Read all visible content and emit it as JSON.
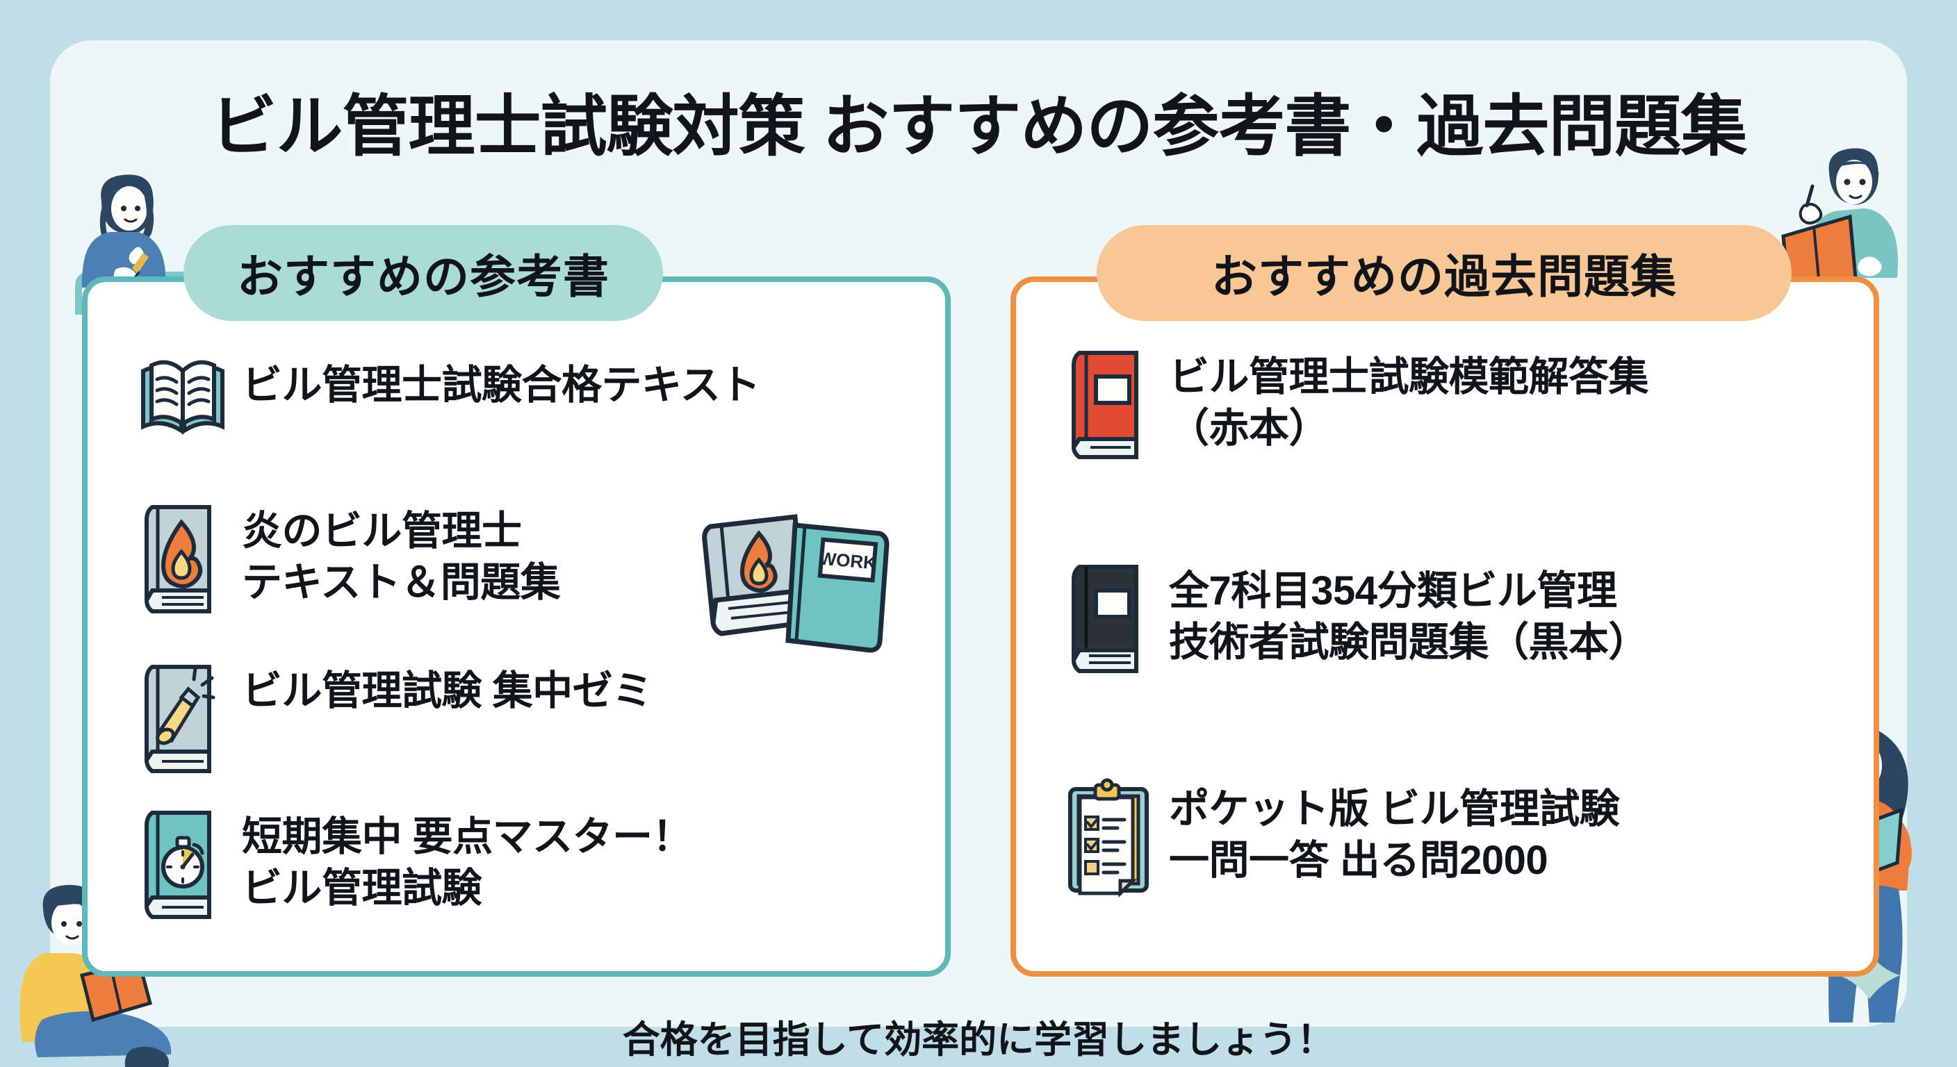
{
  "page": {
    "title": "ビル管理士試験対策 おすすめの参考書・過去問題集",
    "footer": "合格を目指して効率的に学習しましょう！",
    "colors": {
      "background": "#bfdee7",
      "panel": "#eef7f8",
      "left_accent": "#5fb7b9",
      "left_pill": "#a9dcd2",
      "right_accent": "#ef8f44",
      "right_pill": "#f8c794",
      "text": "#111418",
      "red_book": "#e14b33",
      "black_book": "#2b3239",
      "orange": "#ee7c3c",
      "yellow": "#f5d06a",
      "teal": "#6fc3c1",
      "grey_book": "#c3d2d6"
    }
  },
  "left_card": {
    "heading": "おすすめの参考書",
    "items": [
      {
        "icon": "open-book-icon",
        "line1": "ビル管理士試験合格テキスト",
        "line2": ""
      },
      {
        "icon": "flame-book-icon",
        "line1": "炎のビル管理士",
        "line2": "テキスト＆問題集"
      },
      {
        "icon": "flashlight-book-icon",
        "line1": "ビル管理試験 集中ゼミ",
        "line2": ""
      },
      {
        "icon": "stopwatch-book-icon",
        "line1": "短期集中 要点マスター！",
        "line2": "ビル管理試験"
      }
    ],
    "decor_books": {
      "label": "WORK"
    }
  },
  "right_card": {
    "heading": "おすすめの過去問題集",
    "items": [
      {
        "icon": "red-book-icon",
        "line1": "ビル管理士試験模範解答集",
        "line2": "（赤本）"
      },
      {
        "icon": "black-book-icon",
        "line1": "全7科目354分類ビル管理",
        "line2": "技術者試験問題集（黒本）"
      },
      {
        "icon": "clipboard-checklist-icon",
        "line1": "ポケット版 ビル管理試験",
        "line2": "一問一答 出る問2000"
      }
    ]
  },
  "illustrations": {
    "top_left": "woman-studying-with-pencil",
    "top_right": "man-reading-orange-book-pointing",
    "bottom_left": "man-sitting-reading-orange-book",
    "bottom_right": "woman-standing-reading-teal-book"
  }
}
